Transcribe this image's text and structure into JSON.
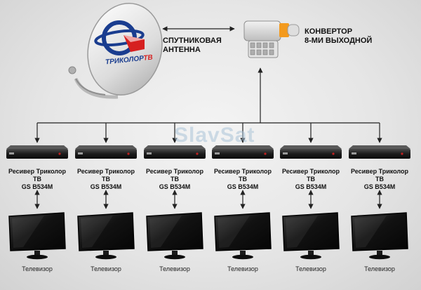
{
  "antenna": {
    "label_line1": "СПУТНИКОВАЯ",
    "label_line2": "АНТЕННА",
    "brand_text": "ТРИКОЛОР",
    "brand_suffix": "ТВ"
  },
  "converter": {
    "label_line1": "КОНВЕРТОР",
    "label_line2": "8-МИ ВЫХОДНОЙ"
  },
  "watermark": "SlavSat",
  "receivers": [
    {
      "line1": "Ресивер Триколор ТВ",
      "line2": "GS B534M"
    },
    {
      "line1": "Ресивер Триколор ТВ",
      "line2": "GS B534M"
    },
    {
      "line1": "Ресивер Триколор ТВ",
      "line2": "GS B534M"
    },
    {
      "line1": "Ресивер Триколор ТВ",
      "line2": "GS B534M"
    },
    {
      "line1": "Ресивер Триколор ТВ",
      "line2": "GS B534M"
    },
    {
      "line1": "Ресивер Триколор ТВ",
      "line2": "GS B534M"
    }
  ],
  "tvs": [
    {
      "label": "Телевизор"
    },
    {
      "label": "Телевизор"
    },
    {
      "label": "Телевизор"
    },
    {
      "label": "Телевизор"
    },
    {
      "label": "Телевизор"
    },
    {
      "label": "Телевизор"
    }
  ],
  "colors": {
    "line": "#222222",
    "brand_blue": "#1a3d8f",
    "brand_red": "#d62020",
    "accent_orange": "#f39a1e"
  }
}
